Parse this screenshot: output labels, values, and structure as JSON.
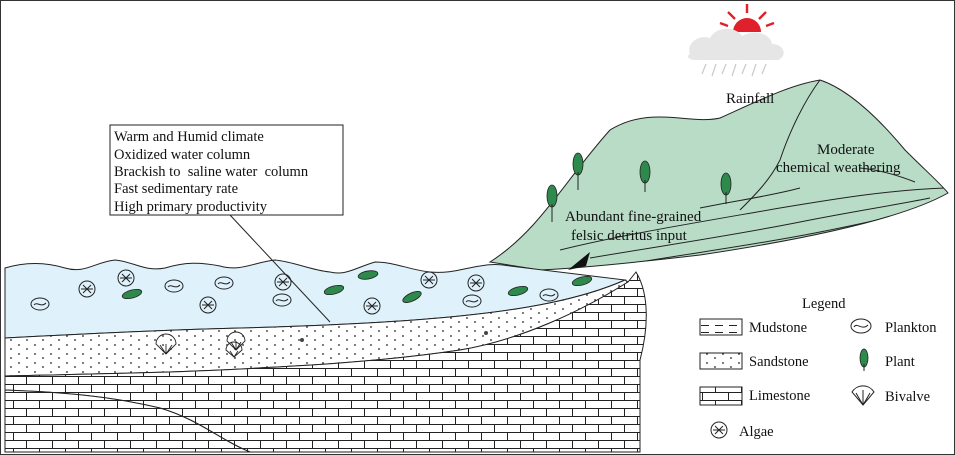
{
  "labels": {
    "rainfall": "Rainfall",
    "weathering_line1": "Moderate",
    "weathering_line2": "chemical weathering",
    "detritus_line1": "Abundant fine-grained",
    "detritus_line2": "felsic detritus input"
  },
  "conditions": [
    "Warm and Humid climate",
    "Oxidized water column",
    "Brackish to  saline water  column",
    "Fast sedimentary rate",
    "High primary productivity"
  ],
  "legend": {
    "title": "Legend",
    "items": {
      "mudstone": "Mudstone",
      "sandstone": "Sandstone",
      "limestone": "Limestone",
      "algae": "Algae",
      "plankton": "Plankton",
      "plant": "Plant",
      "bivalve": "Bivalve"
    }
  },
  "colors": {
    "mountain": "#b9dcc6",
    "water": "#dff1fa",
    "leaf": "#2e8a4c",
    "sun": "#e0202a",
    "cloud": "#e6e6e6"
  }
}
